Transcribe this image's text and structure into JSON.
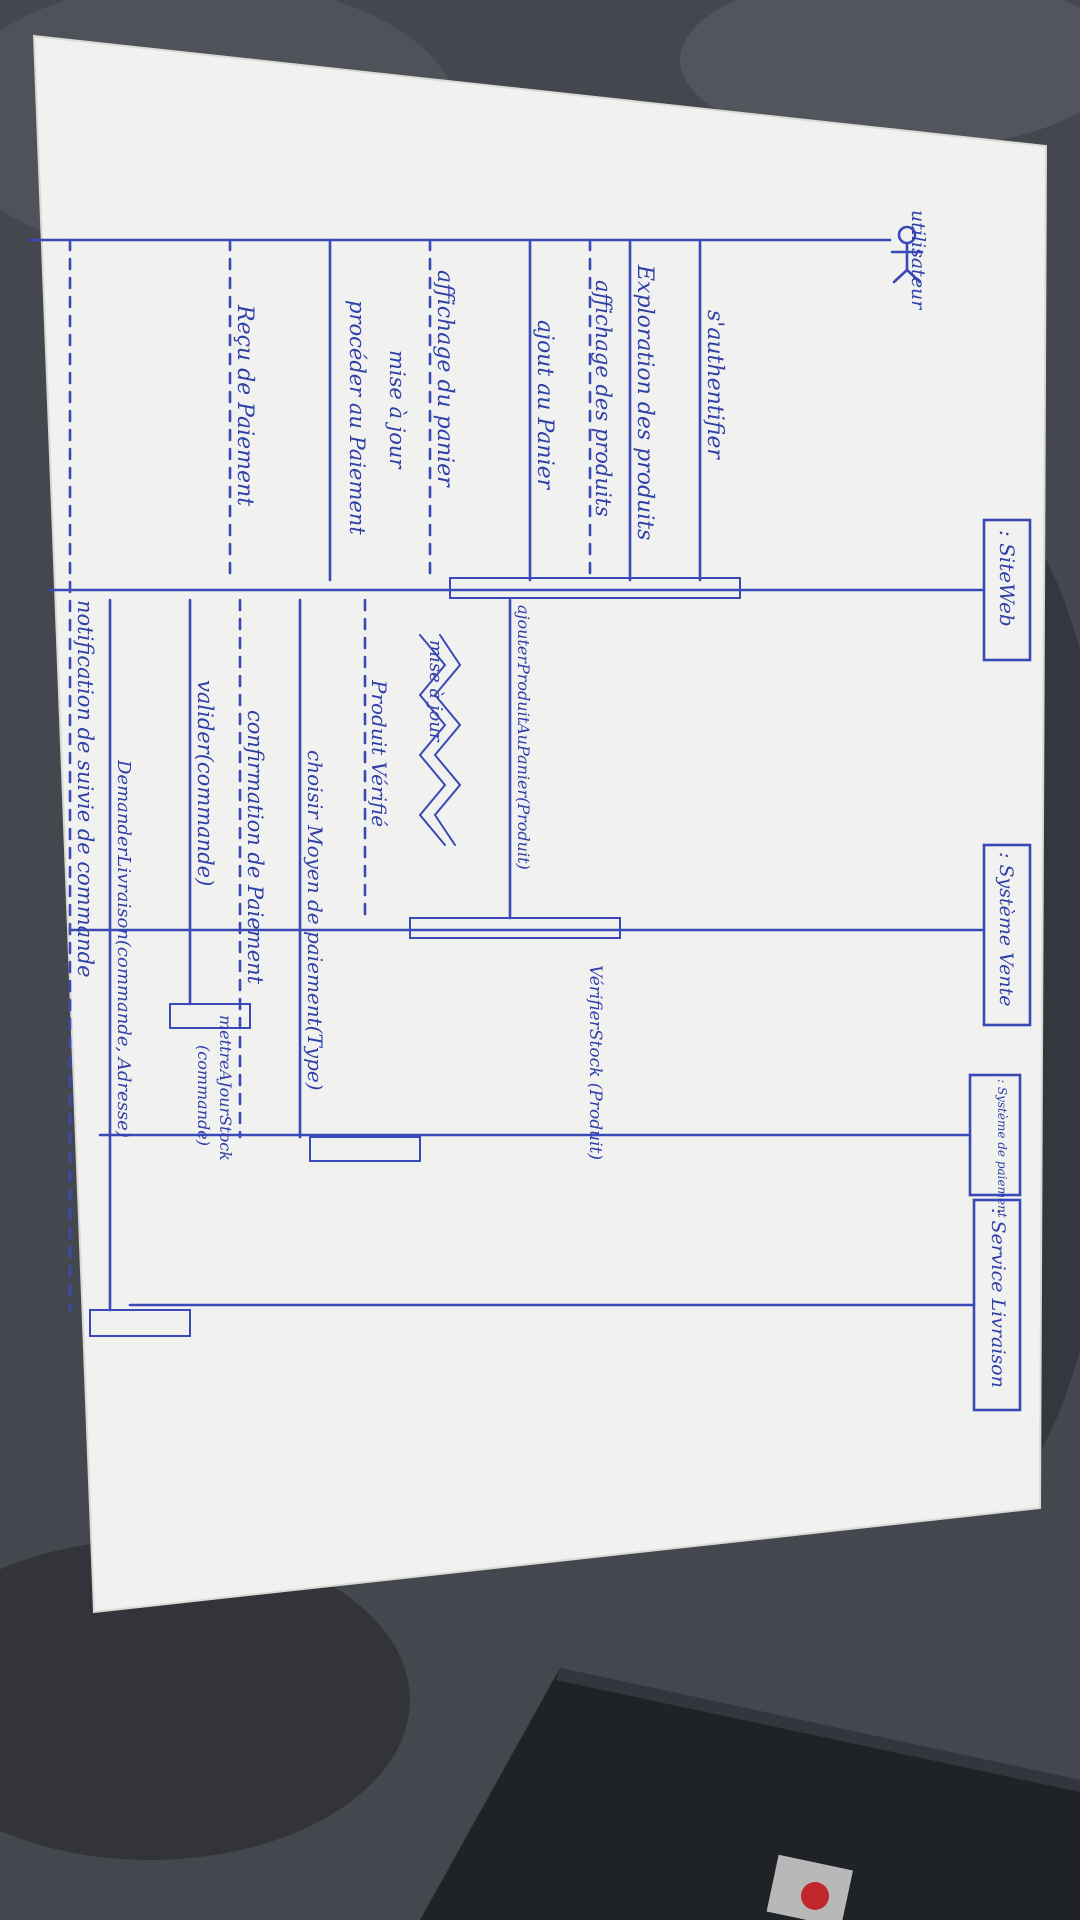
{
  "participants": [
    {
      "id": "actor",
      "label": "utilisateur"
    },
    {
      "id": "site",
      "label": ": SiteWeb"
    },
    {
      "id": "vente",
      "label": ": Système Vente"
    },
    {
      "id": "paiement",
      "label": ": Système de paiement"
    },
    {
      "id": "livraison",
      "label": ": Service Livraison"
    }
  ],
  "messages": [
    {
      "label": "s'authentifier"
    },
    {
      "label": "Exploration des produits"
    },
    {
      "label": "affichage des produits"
    },
    {
      "label": "ajout au Panier"
    },
    {
      "label": "ajouterProduitAuPanier(Produit)"
    },
    {
      "label": "VérifierStock (Produit)"
    },
    {
      "label": "mise à jour"
    },
    {
      "label": "Produit Vérifié"
    },
    {
      "label": "affichage du panier"
    },
    {
      "label": "mise à jour"
    },
    {
      "label": "procéder au Paiement"
    },
    {
      "label": "choisir Moyen de paiement(Type)"
    },
    {
      "label": "confirmation de Paiement"
    },
    {
      "label": "valider(commande)"
    },
    {
      "label": "mettreAJourStock"
    },
    {
      "label": "(commande)"
    },
    {
      "label": "Reçu de Paiement"
    },
    {
      "label": "DemanderLivraison(commande, Adresse)"
    },
    {
      "label": "notification de suivie de commande"
    }
  ],
  "colors": {
    "ink": "#3a49b8",
    "paper": "#f3f3f1",
    "background": "#3b3d44"
  }
}
